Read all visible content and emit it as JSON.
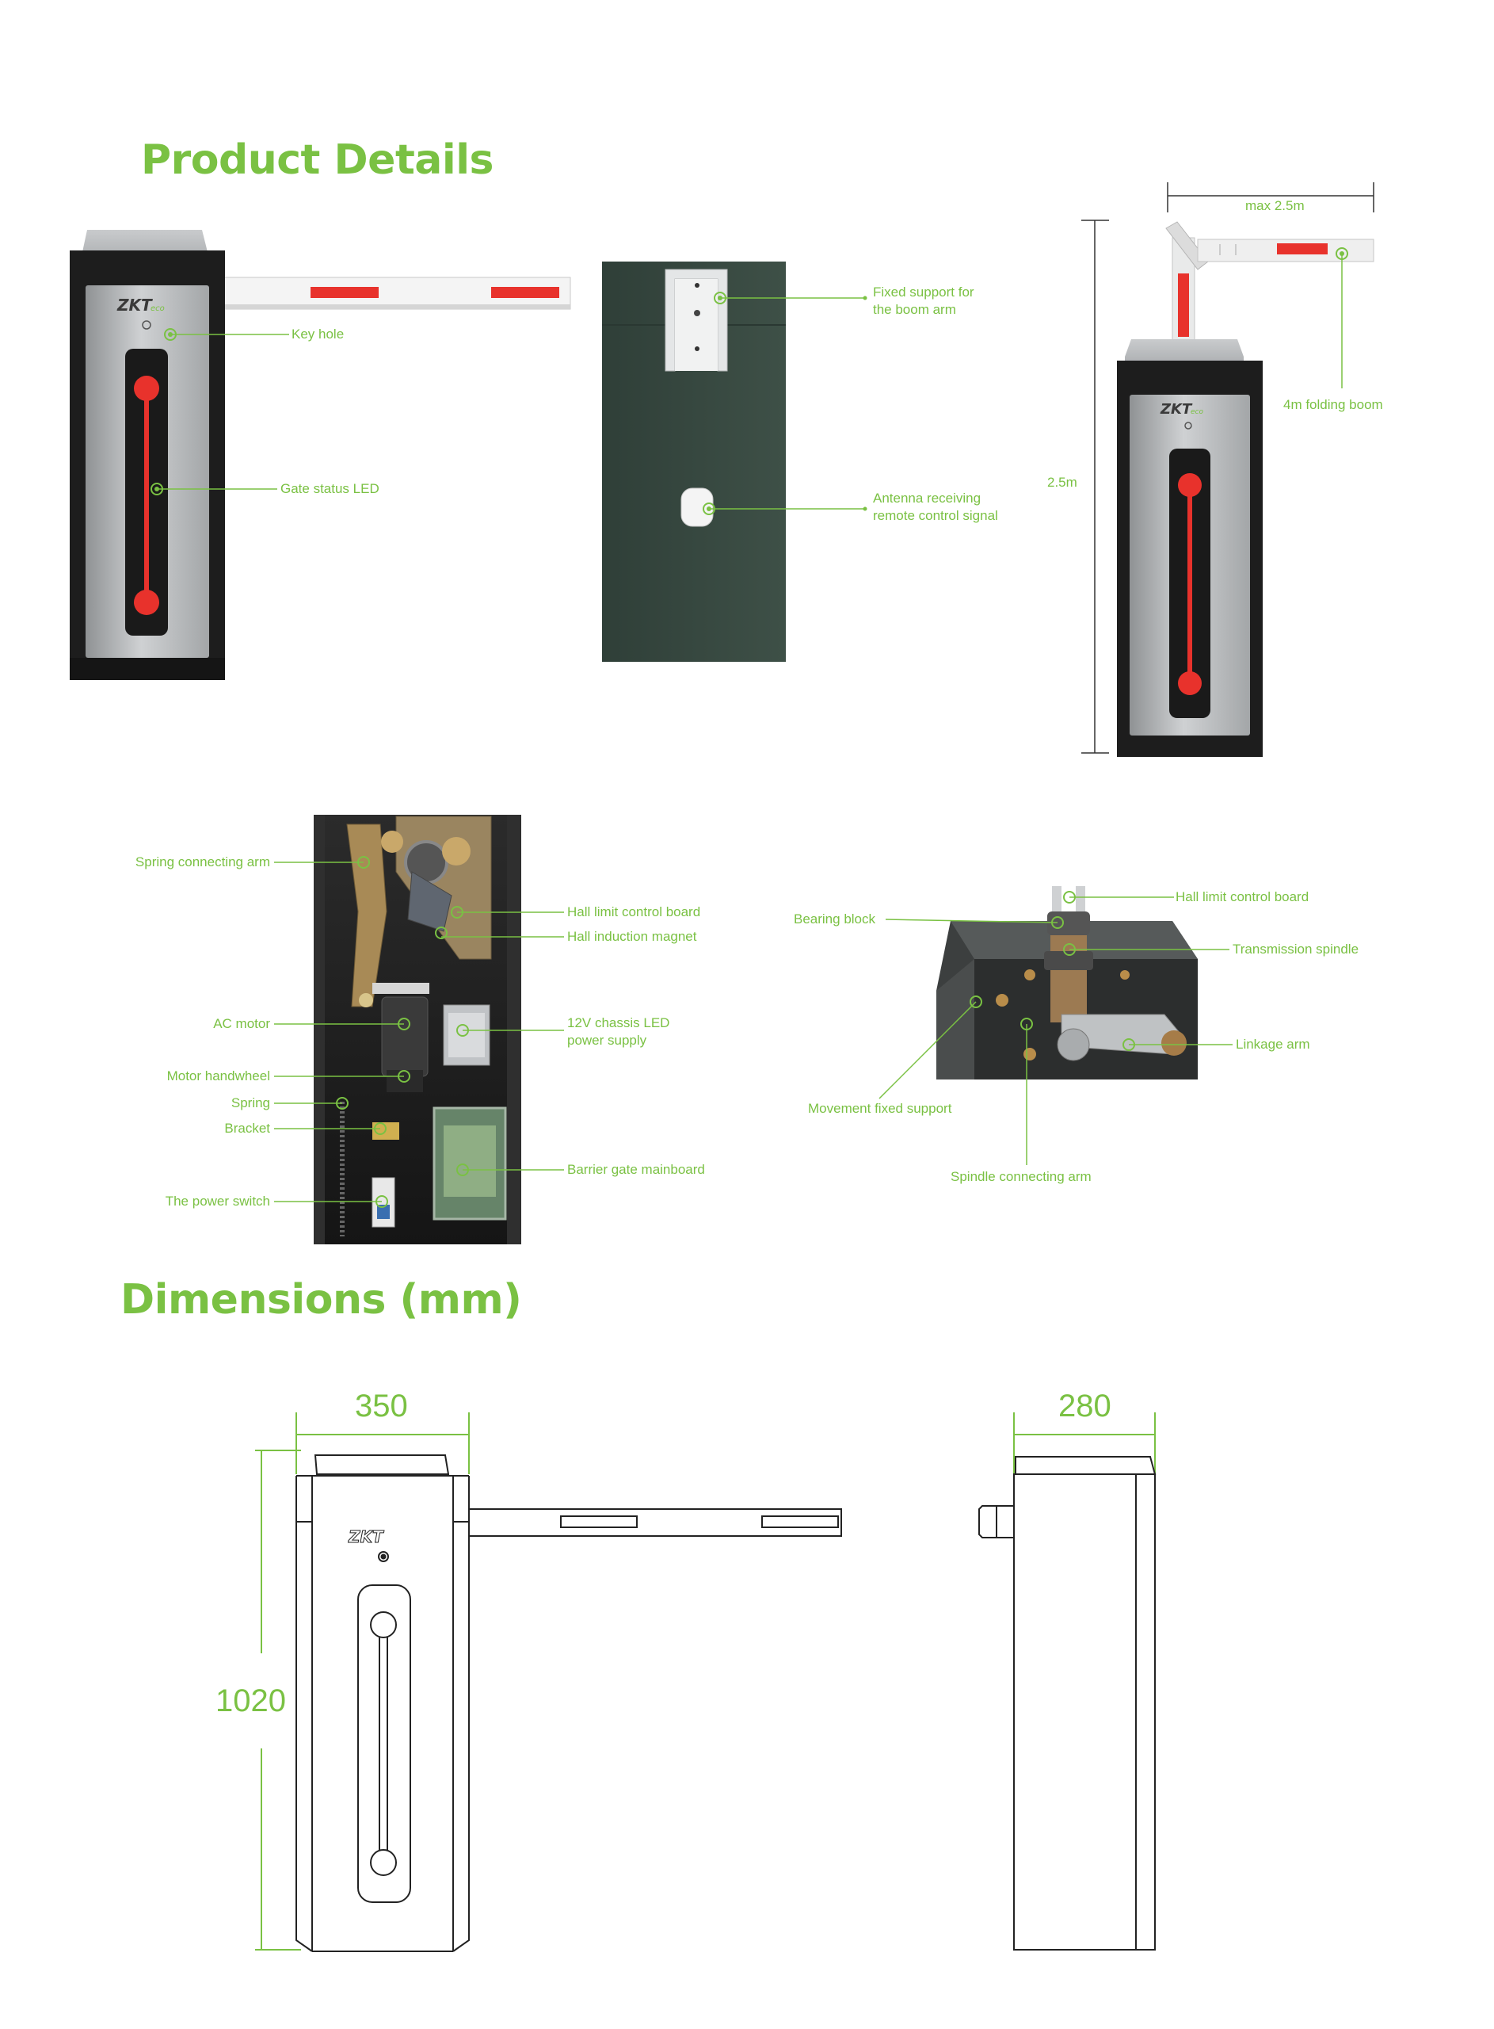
{
  "titles": {
    "product_details": "Product Details",
    "dimensions": "Dimensions (mm)"
  },
  "brand": {
    "logo_text": "ZKTeco"
  },
  "callouts": {
    "key_hole": "Key hole",
    "gate_status_led": "Gate status LED",
    "fixed_support_1": "Fixed support for",
    "fixed_support_2": "the boom arm",
    "antenna_1": "Antenna receiving",
    "antenna_2": "remote control signal",
    "max_span": "max 2.5m",
    "height": "2.5m",
    "folding_boom": "4m folding boom",
    "spring_connecting_arm": "Spring connecting arm",
    "hall_limit_board_a": "Hall limit control board",
    "hall_induction_magnet": "Hall induction magnet",
    "ac_motor": "AC motor",
    "led_power_1": "12V chassis LED",
    "led_power_2": "power supply",
    "motor_handwheel": "Motor handwheel",
    "spring": "Spring",
    "bracket": "Bracket",
    "mainboard": "Barrier gate mainboard",
    "power_switch": "The power switch",
    "bearing_block": "Bearing block",
    "hall_limit_board_b": "Hall limit control board",
    "transmission_spindle": "Transmission spindle",
    "linkage_arm": "Linkage arm",
    "movement_fixed_support": "Movement fixed support",
    "spindle_connecting_arm": "Spindle connecting arm"
  },
  "dimensions": {
    "width_front": "350",
    "width_side": "280",
    "height": "1020"
  },
  "colors": {
    "accent": "#7ac143",
    "led_red": "#e8322c",
    "cabinet_grey": "#b9bcbf",
    "cabinet_dark": "#1e1e1e",
    "panel_green": "#36473f"
  }
}
